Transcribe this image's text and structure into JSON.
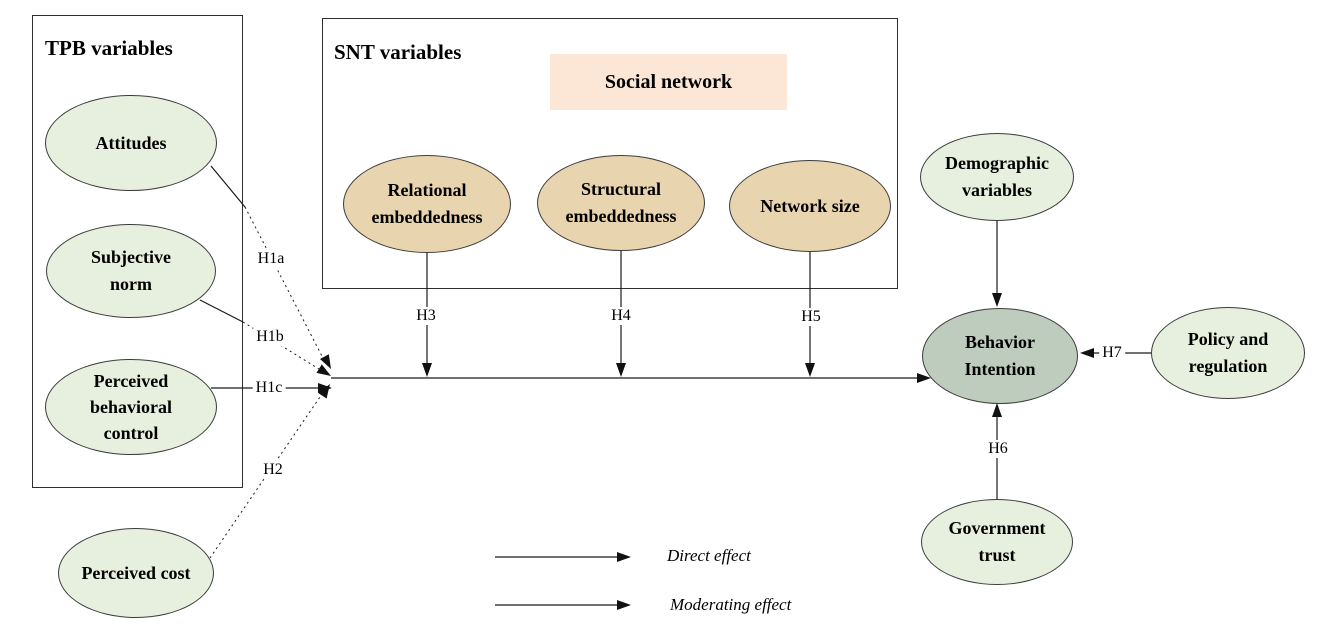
{
  "boxes": {
    "tpb": {
      "title": "TPB variables"
    },
    "snt": {
      "title": "SNT variables"
    }
  },
  "banner": {
    "label": "Social network"
  },
  "nodes": {
    "attitudes": {
      "lines": [
        "Attitudes"
      ]
    },
    "subjective_norm": {
      "lines": [
        "Subjective",
        "norm"
      ]
    },
    "perceived_behavioral_control": {
      "lines": [
        "Perceived",
        "behavioral",
        "control"
      ]
    },
    "perceived_cost": {
      "lines": [
        "Perceived cost"
      ]
    },
    "relational_embeddedness": {
      "lines": [
        "Relational",
        "embeddedness"
      ]
    },
    "structural_embeddedness": {
      "lines": [
        "Structural",
        "embeddedness"
      ]
    },
    "network_size": {
      "lines": [
        "Network size"
      ]
    },
    "demographic_variables": {
      "lines": [
        "Demographic",
        "variables"
      ]
    },
    "behavior_intention": {
      "lines": [
        "Behavior",
        "Intention"
      ]
    },
    "policy_and_regulation": {
      "lines": [
        "Policy and",
        "regulation"
      ]
    },
    "government_trust": {
      "lines": [
        "Government",
        "trust"
      ]
    }
  },
  "edges": {
    "h1a": "H1a",
    "h1b": "H1b",
    "h1c": "H1c",
    "h2": "H2",
    "h3": "H3",
    "h4": "H4",
    "h5": "H5",
    "h6": "H6",
    "h7": "H7"
  },
  "legend": {
    "direct": "Direct effect",
    "moderating": "Moderating effect"
  },
  "colors": {
    "light_green": "#e7f0de",
    "tan": "#e8d4ae",
    "sage": "#bdccbd",
    "peach": "#fce6d5"
  }
}
